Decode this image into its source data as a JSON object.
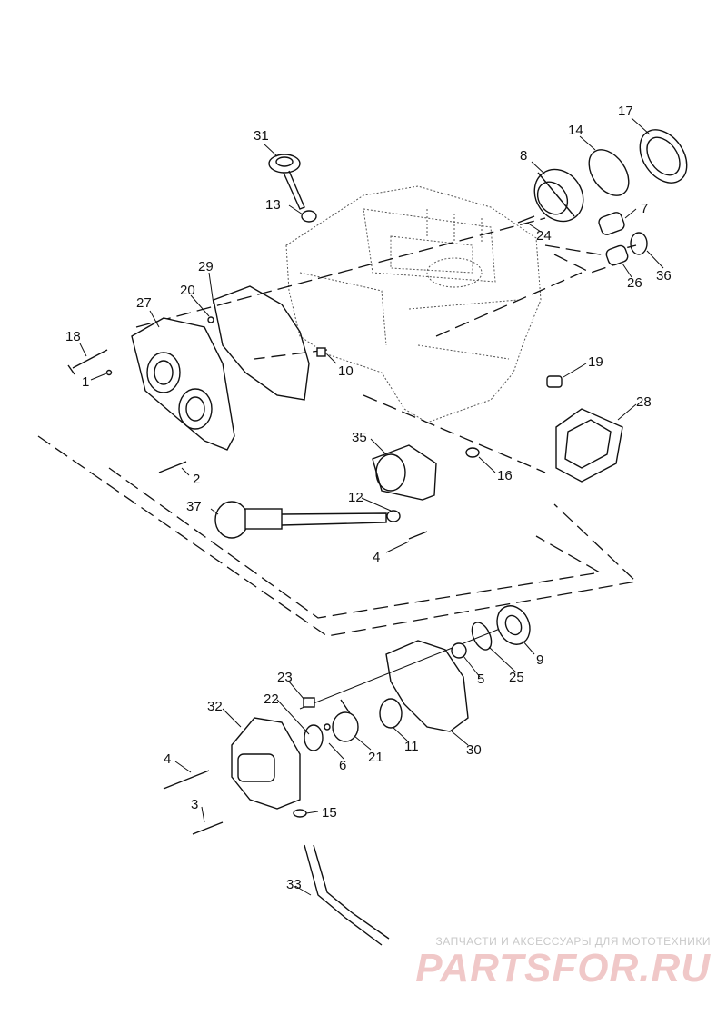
{
  "callouts": {
    "c1": "1",
    "c2": "2",
    "c3": "3",
    "c4a": "4",
    "c4b": "4",
    "c5": "5",
    "c6": "6",
    "c7": "7",
    "c8": "8",
    "c9": "9",
    "c10": "10",
    "c11": "11",
    "c12": "12",
    "c13": "13",
    "c14": "14",
    "c15": "15",
    "c16": "16",
    "c17": "17",
    "c18": "18",
    "c19": "19",
    "c20": "20",
    "c21": "21",
    "c22": "22",
    "c23": "23",
    "c24": "24",
    "c25": "25",
    "c26": "26",
    "c27": "27",
    "c28": "28",
    "c29": "29",
    "c30": "30",
    "c31": "31",
    "c32": "32",
    "c33": "33",
    "c35": "35",
    "c36": "36",
    "c37": "37"
  },
  "watermark": {
    "tagline": "ЗАПЧАСТИ И АКСЕССУАРЫ ДЛЯ МОТОТЕХНИКИ",
    "brand": "PARTSFOR.RU"
  }
}
